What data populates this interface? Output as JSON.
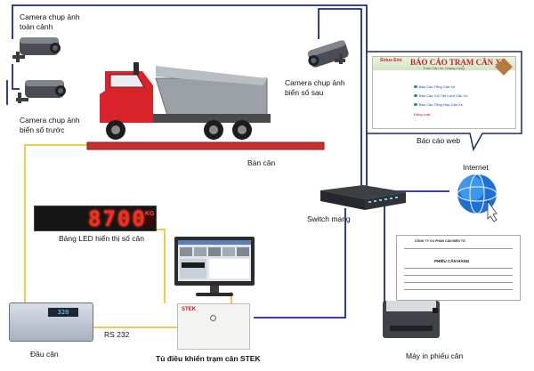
{
  "labels": {
    "camera_overview": [
      "Camera chụp ảnh",
      "toàn cảnh"
    ],
    "camera_front_plate": [
      "Camera chụp ảnh",
      "biển số trước"
    ],
    "camera_rear_plate": [
      "Camera chụp ảnh",
      "biển số sau"
    ],
    "scale_platform": "Bàn cân",
    "led_display": "Bảng LED hiển thị số cân",
    "web_report": "Báo cáo web",
    "internet": "Internet",
    "switch": "Switch mạng",
    "rs232": "RS 232",
    "indicator": "Đầu cân",
    "control_cabinet": "Tủ điều khiển trạm cân STEK",
    "printer": "Máy in phiếu cân"
  },
  "led": {
    "value": "8700",
    "unit": "KG"
  },
  "web_page": {
    "brand": "Sirius Emi",
    "title": "BÁO CÁO TRẠM CÂN XE",
    "subtitle": "Trạm Cân Xe Hoàng Long",
    "links": [
      "Báo Cáo Tổng Cân Xe",
      "Báo Cáo Chi Tiết Lượt Cân Xe",
      "Báo Cáo Tổng Hợp Cân Xe",
      "Đăng xuất"
    ]
  },
  "ticket": {
    "company": "CÔNG TY CỔ PHẦN CÂN ĐIỆN TỬ",
    "title": "PHIẾU CÂN HÀNG"
  },
  "indicator_display": "320",
  "cabinet_brand": "STEK",
  "colors": {
    "serial_line": "#f2c230",
    "network_line": "#1b2a8c",
    "scale_bar": "#c7302e",
    "truck_cab": "#d8232a",
    "truck_bed": "#9aa0a6"
  }
}
